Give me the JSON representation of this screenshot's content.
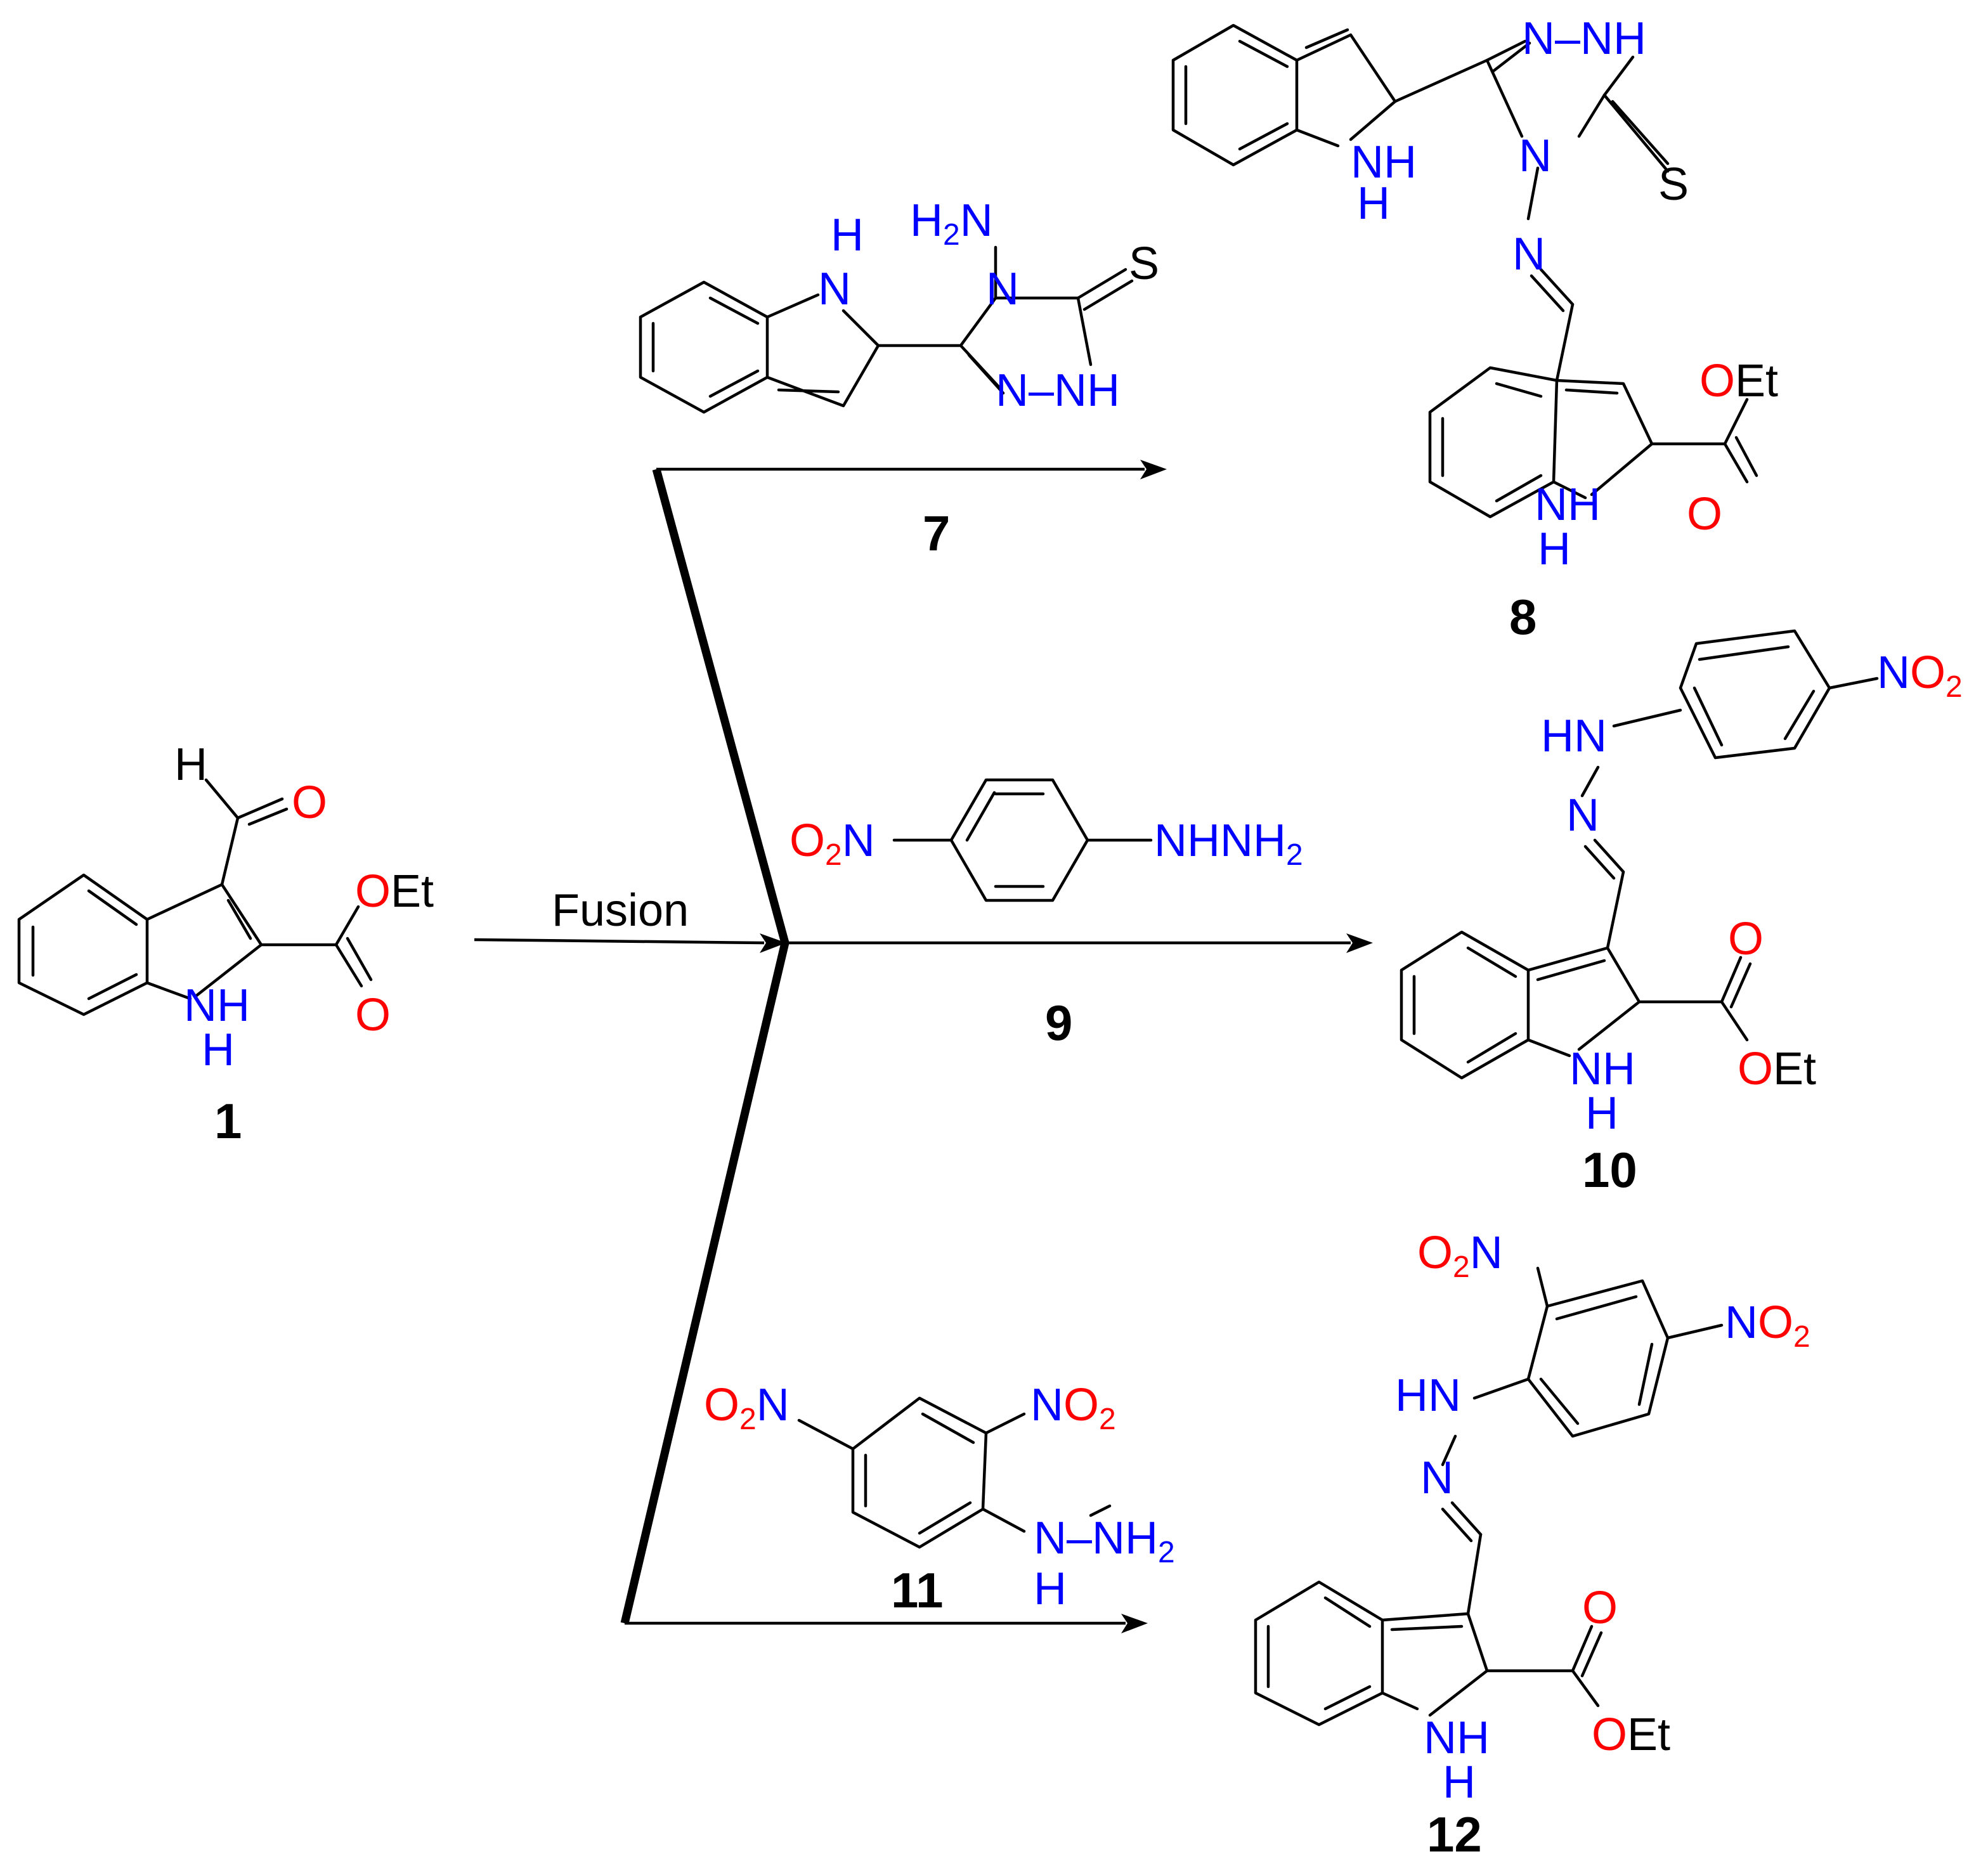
{
  "colors": {
    "nitrogen": "#0000ff",
    "oxygen": "#ff0000",
    "carbon_and_bonds": "#000000"
  },
  "condition": "Fusion",
  "compounds": [
    {
      "id": "1"
    },
    {
      "id": "7"
    },
    {
      "id": "8"
    },
    {
      "id": "9"
    },
    {
      "id": "10"
    },
    {
      "id": "11"
    },
    {
      "id": "12"
    }
  ],
  "atom_labels": {
    "H": "H",
    "O": "O",
    "OEt": "OEt",
    "NH": "NH",
    "N": "N",
    "S": "S",
    "H2N": "H₂N",
    "NH2": "NH₂",
    "HN": "HN",
    "O2N": "O₂N",
    "NO2": "NO₂",
    "NHNH2": "NHNH₂"
  }
}
